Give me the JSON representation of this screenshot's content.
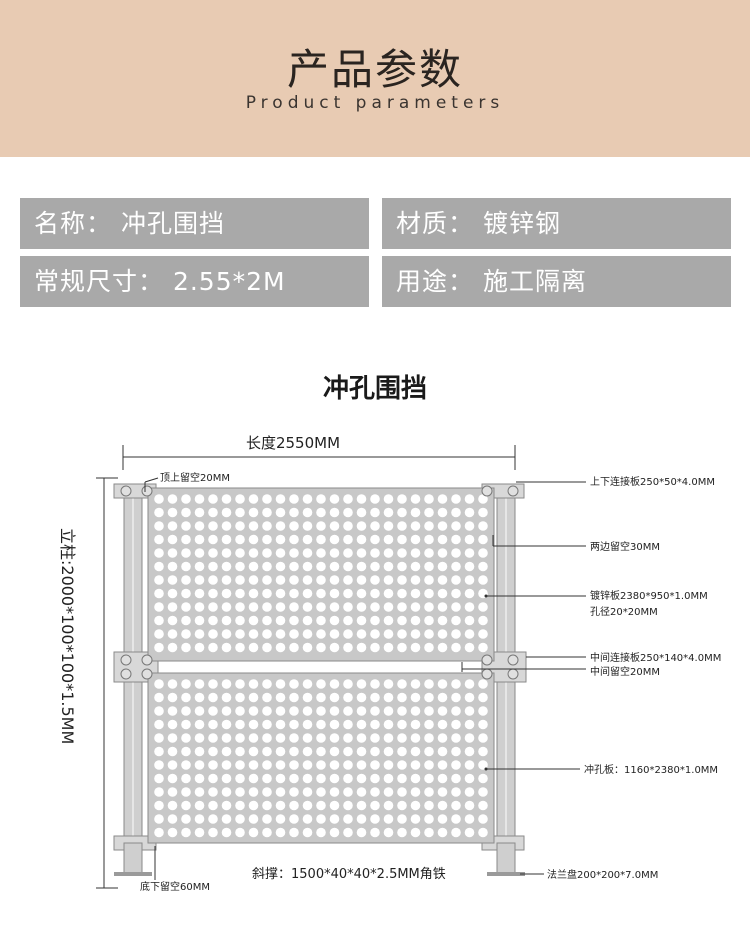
{
  "header": {
    "title": "产品参数",
    "subtitle": "Product parameters"
  },
  "params": {
    "name": "名称：  冲孔围挡",
    "material": "材质：  镀锌钢",
    "size": "常规尺寸：  2.55*2M",
    "usage": "用途：  施工隔离"
  },
  "diagram": {
    "title": "冲孔围挡",
    "length": "长度2550MM",
    "post": "立柱:2000*100*100*1.5MM",
    "top_gap": "顶上留空20MM",
    "bottom_gap": "底下留空60MM",
    "top_plate": "上下连接板250*50*4.0MM",
    "side_gap": "两边留空30MM",
    "galv_plate": "镀锌板2380*950*1.0MM",
    "hole": "孔径20*20MM",
    "mid_plate": "中间连接板250*140*4.0MM",
    "mid_gap": "中间留空20MM",
    "punch_plate": "冲孔板：1160*2380*1.0MM",
    "brace": "斜撑：1500*40*40*2.5MM角铁",
    "flange": "法兰盘200*200*7.0MM"
  },
  "colors": {
    "header_bg": "#e8cbb3",
    "param_bg": "#a9a9a9",
    "frame": "#cfcfcf",
    "frame_stroke": "#8a8a8a"
  }
}
